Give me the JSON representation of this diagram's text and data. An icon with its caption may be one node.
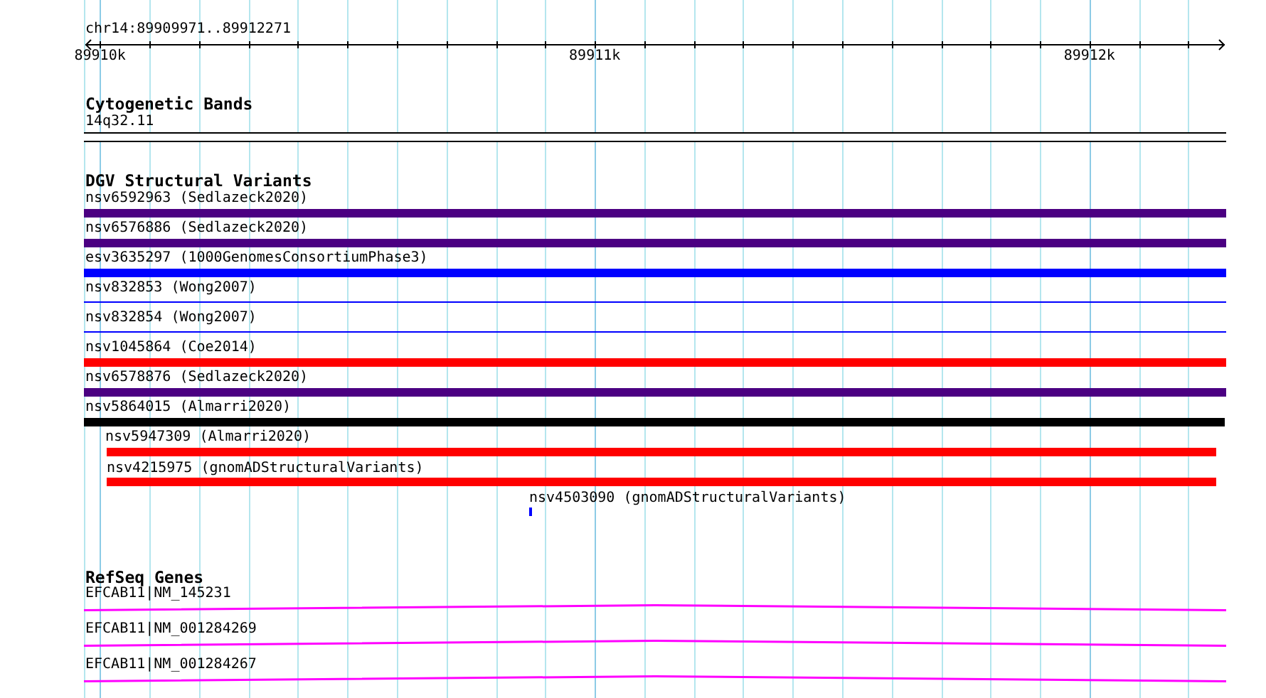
{
  "diagram": {
    "nodes": [
      {
        "text": [
          "14q32.11"
        ]
      },
      {
        "text": [
          "nsv6592963 (Sedlazeck2020)"
        ]
      },
      {
        "text": [
          "nsv6576886 (Sedlazeck2020)"
        ]
      },
      {
        "text": [
          "esv3635297 (1000GenomesConsortiumPhase3)"
        ]
      },
      {
        "text": [
          "nsv832853 (Wong2007)"
        ]
      },
      {
        "text": [
          "nsv832854 (Wong2007)"
        ]
      },
      {
        "text": [
          "nsv1045864 (Coe2014)"
        ]
      },
      {
        "text": [
          "nsv6578876 (Sedlazeck2020)"
        ]
      },
      {
        "text": [
          "nsv5864015 (Almarri2020)"
        ]
      },
      {
        "text": [
          "nsv5947309 (Almarri2020)"
        ]
      },
      {
        "text": [
          "nsv4215975 (gnomADStructuralVariants)"
        ]
      },
      {
        "text": [
          "nsv4503090 (gnomADStructuralVariants)"
        ]
      },
      {
        "text": [
          "EFCAB11|NM_145231"
        ]
      },
      {
        "text": [
          "EFCAB11|NM_001284269"
        ]
      },
      {
        "text": [
          "EFCAB11|NM_001284267"
        ]
      }
    ],
    "labels": [
      "chr14:89909971..89912271",
      "89910k",
      "89911k",
      "89912k",
      "Cytogenetic Bands",
      "DGV Structural Variants",
      "RefSeq Genes"
    ]
  }
}
